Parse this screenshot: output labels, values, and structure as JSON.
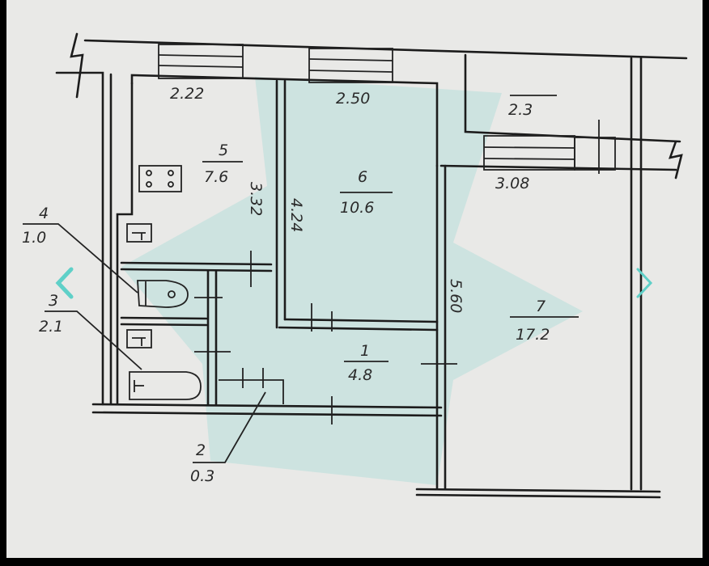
{
  "viewer": {
    "prev_icon": "chevron-left-icon",
    "next_icon": "chevron-right-icon",
    "accent": "#5fd0c8"
  },
  "plan": {
    "rooms": [
      {
        "number": "5",
        "area": "7.6"
      },
      {
        "number": "6",
        "area": "10.6"
      },
      {
        "number": "7",
        "area": "17.2"
      },
      {
        "number": "1",
        "area": "4.8"
      },
      {
        "number": "4",
        "area": "1.0"
      },
      {
        "number": "3",
        "area": "2.1"
      },
      {
        "number": "2",
        "area": "0.3"
      }
    ],
    "balcony_area": "2.3",
    "dimensions": {
      "kitchen_width": "2.22",
      "room6_width": "2.50",
      "room7_width": "3.08",
      "kitchen_length": "3.32",
      "room6_length": "4.24",
      "room7_length": "5.60"
    }
  }
}
